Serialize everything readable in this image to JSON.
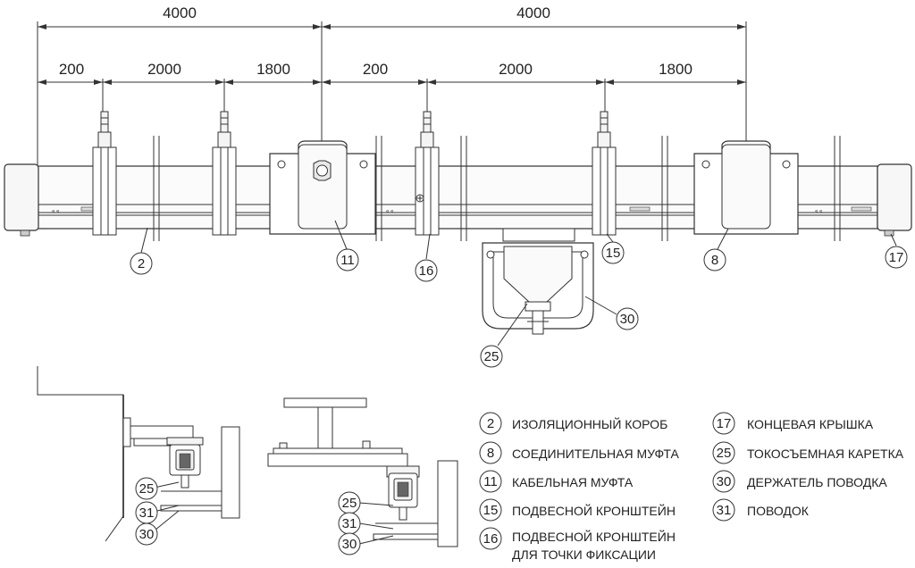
{
  "dimensions": {
    "span_left": "4000",
    "span_right": "4000",
    "left_segments": [
      "200",
      "2000",
      "1800"
    ],
    "right_segments": [
      "200",
      "2000",
      "1800"
    ]
  },
  "callouts": {
    "c2": "2",
    "c11": "11",
    "c16": "16",
    "c15": "15",
    "c8": "8",
    "c17": "17",
    "c30": "30",
    "c25": "25",
    "left_detail": [
      "25",
      "31",
      "30"
    ],
    "right_detail": [
      "25",
      "31",
      "30"
    ]
  },
  "legend": [
    {
      "num": "2",
      "text": "ИЗОЛЯЦИОННЫЙ КОРОБ"
    },
    {
      "num": "8",
      "text": "СОЕДИНИТЕЛЬНАЯ МУФТА"
    },
    {
      "num": "11",
      "text": "КАБЕЛЬНАЯ МУФТА"
    },
    {
      "num": "15",
      "text": "ПОДВЕСНОЙ КРОНШТЕЙН"
    },
    {
      "num": "16",
      "text": "ПОДВЕСНОЙ КРОНШТЕЙН",
      "text2": "ДЛЯ ТОЧКИ ФИКСАЦИИ"
    },
    {
      "num": "17",
      "text": "КОНЦЕВАЯ КРЫШКА"
    },
    {
      "num": "25",
      "text": "ТОКОСЪЕМНАЯ КАРЕТКА"
    },
    {
      "num": "30",
      "text": "ДЕРЖАТЕЛЬ  ПОВОДКА"
    },
    {
      "num": "31",
      "text": "ПОВОДОК"
    }
  ]
}
